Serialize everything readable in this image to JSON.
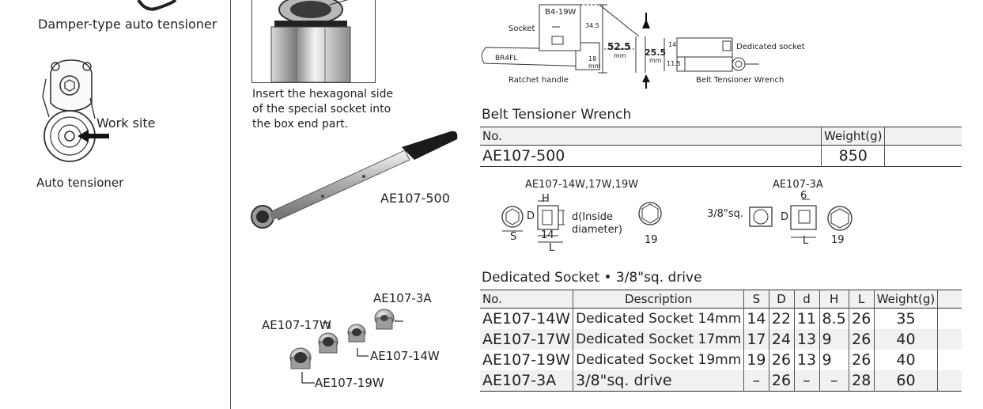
{
  "left": {
    "damper_caption": "Damper-type auto tensioner",
    "work_site_label": "Work site",
    "auto_tensioner_caption": "Auto tensioner"
  },
  "middle": {
    "instruction_lines": [
      "Insert the hexagonal side",
      "of the special socket into",
      "the box end part."
    ],
    "wrench_model": "AE107-500",
    "socket_labels": {
      "s3a": "AE107-3A",
      "s17w": "AE107-17W",
      "s14w": "AE107-14W",
      "s19w": "AE107-19W"
    }
  },
  "diagram_top": {
    "socket": "Socket",
    "b4_19w": "B4-19W",
    "br4fl": "BR4FL",
    "ratchet_handle": "Ratchet handle",
    "dim_345": "34.5",
    "dim_18": "18",
    "mm": "mm",
    "dim_525": "52.5",
    "dim_255": "25.5",
    "dim_14": "14",
    "dim_115": "11.5",
    "dedicated_socket": "Dedicated socket",
    "belt_tensioner_wrench": "Belt Tensioner Wrench"
  },
  "wrench_table": {
    "title": "Belt Tensioner Wrench",
    "headers": [
      "No.",
      "Weight(g)"
    ],
    "rows": [
      [
        "AE107-500",
        "850"
      ]
    ]
  },
  "diagram_mid": {
    "title_a": "AE107-14W,17W,19W",
    "title_b": "AE107-3A",
    "H": "H",
    "D": "D",
    "S": "S",
    "L": "L",
    "d_inside_1": "d(Inside",
    "d_inside_2": "diameter)",
    "n14": "14",
    "n19a": "19",
    "sq": "3/8\"sq.",
    "n6": "6",
    "D2": "D",
    "L2": "L",
    "n19b": "19"
  },
  "socket_table": {
    "title": "Dedicated Socket • 3/8\"sq. drive",
    "headers": [
      "No.",
      "Description",
      "S",
      "D",
      "d",
      "H",
      "L",
      "Weight(g)"
    ],
    "rows": [
      [
        "AE107-14W",
        "Dedicated Socket  14mm",
        "14",
        "22",
        "11",
        "8.5",
        "26",
        "35"
      ],
      [
        "AE107-17W",
        "Dedicated Socket  17mm",
        "17",
        "24",
        "13",
        "9",
        "26",
        "40"
      ],
      [
        "AE107-19W",
        "Dedicated Socket  19mm",
        "19",
        "26",
        "13",
        "9",
        "26",
        "40"
      ],
      [
        "AE107-3A",
        "3/8\"sq. drive",
        "–",
        "26",
        "–",
        "–",
        "28",
        "60"
      ]
    ]
  }
}
